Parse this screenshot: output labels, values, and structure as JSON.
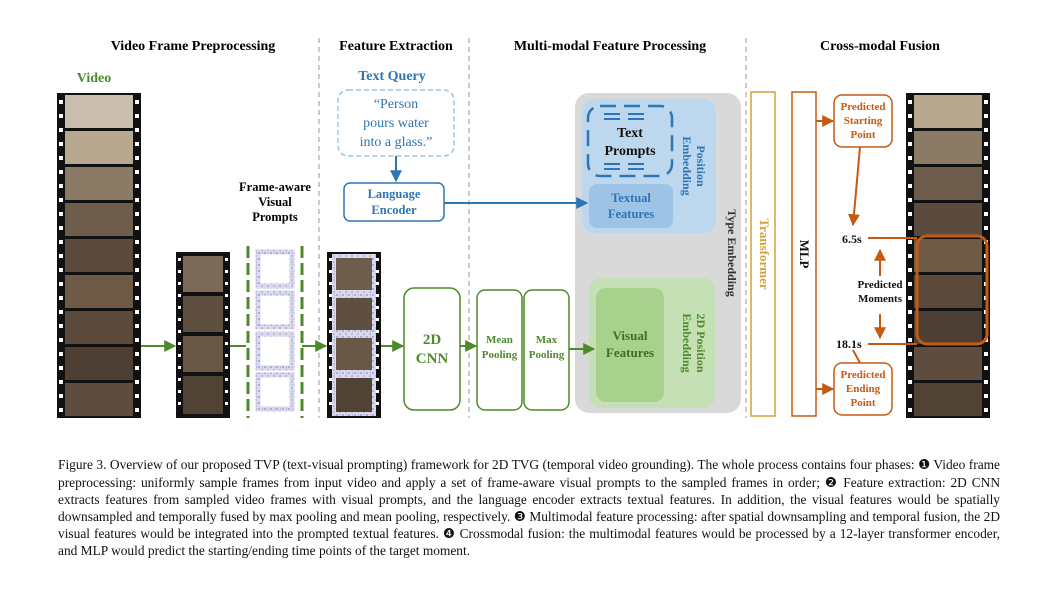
{
  "headers": {
    "preprocessing": "Video Frame Preprocessing",
    "extraction": "Feature Extraction",
    "multimodal": "Multi-modal Feature Processing",
    "fusion": "Cross-modal Fusion"
  },
  "labels": {
    "video": "Video",
    "text_query_title": "Text Query",
    "text_query_l1": "“Person",
    "text_query_l2": "pours water",
    "text_query_l3": "into a glass.”",
    "language_encoder_l1": "Language",
    "language_encoder_l2": "Encoder",
    "frame_prompts_l1": "Frame-aware",
    "frame_prompts_l2": "Visual",
    "frame_prompts_l3": "Prompts",
    "cnn_l1": "2D",
    "cnn_l2": "CNN",
    "mean_pool_l1": "Mean",
    "mean_pool_l2": "Pooling",
    "max_pool_l1": "Max",
    "max_pool_l2": "Pooling",
    "text_prompts_l1": "Text",
    "text_prompts_l2": "Prompts",
    "textual_features_l1": "Textual",
    "textual_features_l2": "Features",
    "position_embedding_l1": "Position",
    "position_embedding_l2": "Embedding",
    "type_embedding": "Type Embedding",
    "visual_features_l1": "Visual",
    "visual_features_l2": "Features",
    "pos2d_embedding_l1": "2D Position",
    "pos2d_embedding_l2": "Embedding",
    "transformer": "Transformer",
    "mlp": "MLP",
    "pred_start_l1": "Predicted",
    "pred_start_l2": "Starting",
    "pred_start_l3": "Point",
    "pred_end_l1": "Predicted",
    "pred_end_l2": "Ending",
    "pred_end_l3": "Point",
    "pred_moments_l1": "Predicted",
    "pred_moments_l2": "Moments",
    "time_start": "6.5s",
    "time_end": "18.1s"
  },
  "colors": {
    "green": "#4e8a2c",
    "blue": "#2e75b6",
    "orange": "#c55a11",
    "gold": "#d4a23a",
    "gray_dash": "#999999"
  },
  "caption": {
    "text": "Figure 3.  Overview of our proposed TVP (text-visual prompting) framework for 2D TVG (temporal video grounding). The whole process contains four phases: ❶ Video frame preprocessing: uniformly sample frames from input video and apply a set of frame-aware visual prompts to the sampled frames in order; ❷ Feature extraction: 2D CNN extracts features from sampled video frames with visual prompts, and the language encoder extracts textual features. In addition, the visual features would be spatially downsampled and temporally fused by max pooling and mean pooling, respectively. ❸ Multimodal feature processing: after spatial downsampling and temporal fusion, the 2D visual features would be integrated into the prompted textual features. ❹ Crossmodal fusion: the multimodal features would be processed by a 12-layer transformer encoder, and MLP would predict the starting/ending time points of the target moment."
  }
}
